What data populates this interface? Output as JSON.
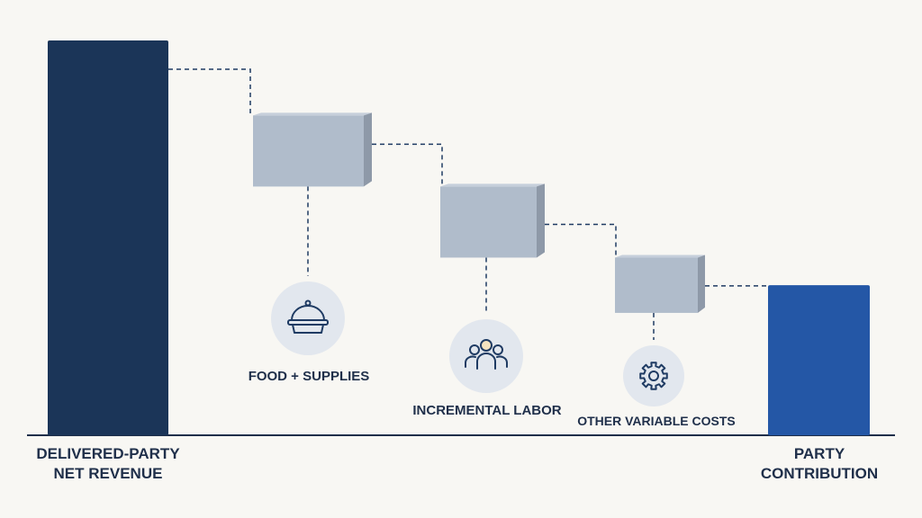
{
  "chart_data": {
    "type": "bar",
    "subtype": "waterfall",
    "title": "",
    "xlabel": "",
    "ylabel": "",
    "ylim": [
      0,
      100
    ],
    "grid": false,
    "categories": [
      [
        "DELIVERED-PARTY",
        "NET REVENUE"
      ],
      [
        "FOOD + SUPPLIES"
      ],
      [
        "INCREMENTAL LABOR"
      ],
      [
        "OTHER VARIABLE COSTS"
      ],
      [
        "PARTY",
        "CONTRIBUTION"
      ]
    ],
    "steps": [
      {
        "kind": "total",
        "start": 0,
        "end": 100,
        "icon": "",
        "color": "#1b3558"
      },
      {
        "kind": "decrease",
        "start": 81,
        "end": 63,
        "icon": "food-cloche-icon",
        "color": "#b0bccb"
      },
      {
        "kind": "decrease",
        "start": 63,
        "end": 45,
        "icon": "people-group-icon",
        "color": "#b0bccb"
      },
      {
        "kind": "decrease",
        "start": 45,
        "end": 31,
        "icon": "gear-icon",
        "color": "#b0bccb"
      },
      {
        "kind": "total",
        "start": 0,
        "end": 38,
        "icon": "",
        "color": "#2457a6"
      }
    ],
    "connectors": "dashed",
    "colors": {
      "total_start": "#1b3558",
      "decrease": "#b0bccb",
      "total_end": "#2457a6",
      "connector": "#1f3b63",
      "icon_circle": "#e2e7ee",
      "icon_stroke": "#1f3b63"
    }
  }
}
